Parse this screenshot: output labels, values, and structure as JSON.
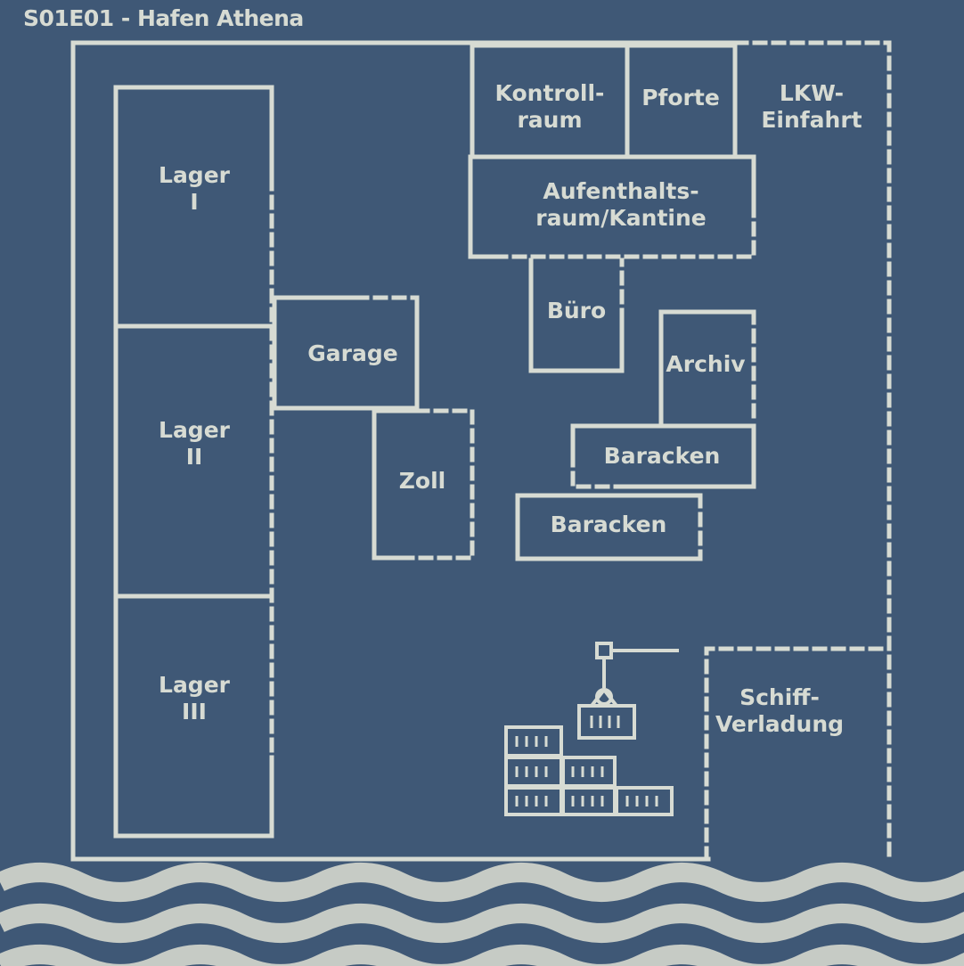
{
  "title": "S01E01 - Hafen Athena",
  "colors": {
    "background": "#3f5876",
    "chalk": "#d7dbd3"
  },
  "icons": {
    "harbor": "crane-containers-icon",
    "water": "waves-icon"
  },
  "rooms": {
    "lager1": {
      "line1": "Lager",
      "line2": "I"
    },
    "lager2": {
      "line1": "Lager",
      "line2": "II"
    },
    "lager3": {
      "line1": "Lager",
      "line2": "III"
    },
    "garage": {
      "line1": "Garage"
    },
    "zoll": {
      "line1": "Zoll"
    },
    "kontroll": {
      "line1": "Kontroll-",
      "line2": "raum"
    },
    "pforte": {
      "line1": "Pforte"
    },
    "lkw": {
      "line1": "LKW-",
      "line2": "Einfahrt"
    },
    "aufenthalt": {
      "line1": "Aufenthalts-",
      "line2": "raum/Kantine"
    },
    "buero": {
      "line1": "Büro"
    },
    "archiv": {
      "line1": "Archiv"
    },
    "baracken1": {
      "line1": "Baracken"
    },
    "baracken2": {
      "line1": "Baracken"
    },
    "schiff": {
      "line1": "Schiff-",
      "line2": "Verladung"
    }
  }
}
